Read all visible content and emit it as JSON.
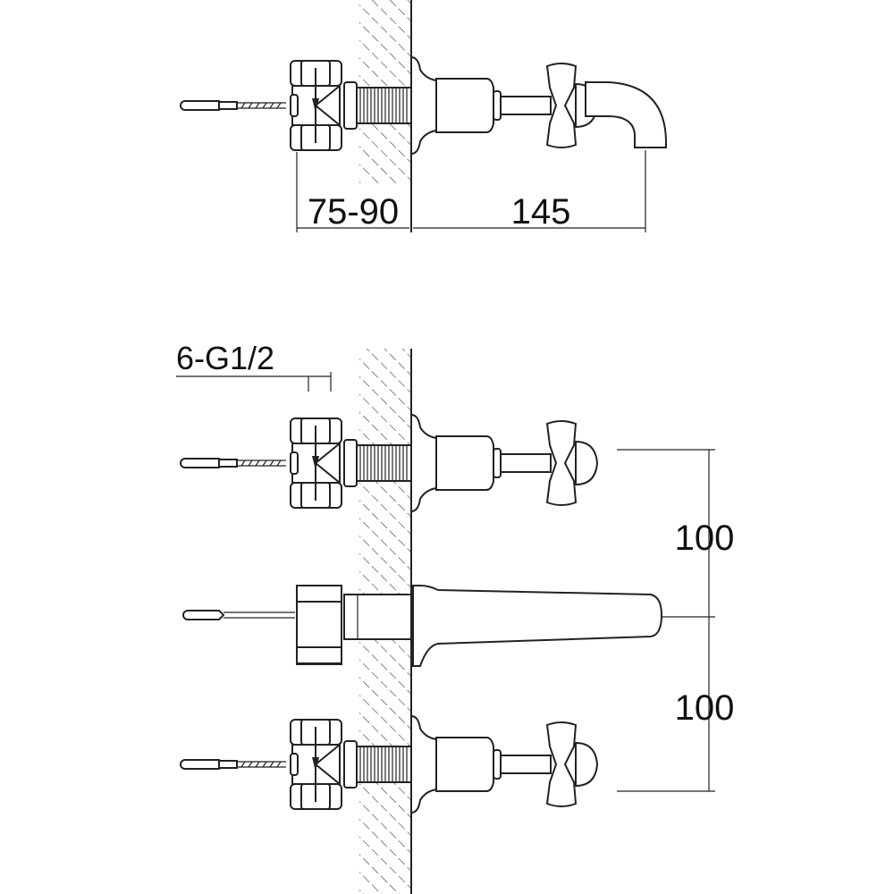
{
  "dimensions": {
    "wall_depth": "75-90",
    "spout_projection": "145",
    "connection": "6-G1/2",
    "handle_spacing_upper": "100",
    "handle_spacing_lower": "100"
  },
  "colors": {
    "line": "#222222",
    "background": "#ffffff"
  }
}
